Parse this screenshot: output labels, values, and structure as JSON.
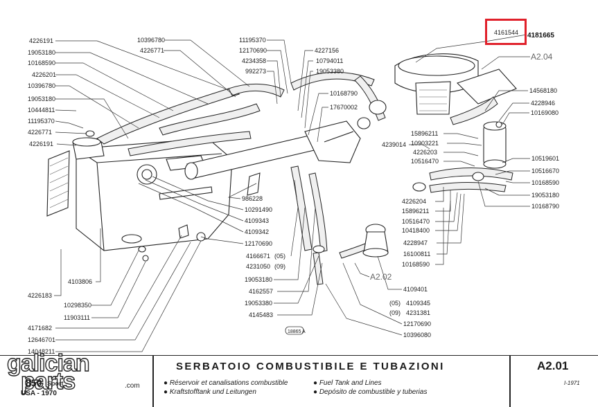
{
  "title": "SERBATOIO COMBUSTIBILE E TUBAZIONI",
  "subtitles": {
    "fr": "Réservoir et canalisations combustible",
    "de": "Kraftstofftank und Leitungen",
    "en": "Fuel Tank and Lines",
    "es": "Depósito de combustible y tuberias"
  },
  "sheet_code": "A2.01",
  "sheet_date": "I-1971",
  "model": "850",
  "model_variant": "Sport",
  "market": "USA - 1970",
  "watermark": {
    "line1": "galician",
    "line2": "parts",
    "suffix": ".com"
  },
  "highlighted_part": "4161544",
  "ref_labels": {
    "a204": "A2.04",
    "a202": "A2.02"
  },
  "drawing_code": "18865 A",
  "parts_left": [
    "4226191",
    "19053180",
    "10168590",
    "4226201",
    "10396780",
    "19053180",
    "10444811",
    "11195370",
    "4226771",
    "4226191"
  ],
  "parts_top": [
    "10396780",
    "4226771",
    "11195370",
    "12170690",
    "4234358",
    "992273",
    "4227156",
    "10794011",
    "19053380",
    "10168790",
    "17670002"
  ],
  "parts_right": [
    "4181665",
    "14568180",
    "4228946",
    "10169080",
    "15896211",
    "10903221",
    "4226203",
    "10516470",
    "4239014",
    "10519601",
    "10516670",
    "10168590",
    "19053180",
    "10168790"
  ],
  "parts_center": [
    "986228",
    "10291490",
    "4109343",
    "4109342",
    "12170690",
    "4166671",
    "4231050",
    "19053180",
    "4162557",
    "19053380",
    "4145483"
  ],
  "variant_tags": [
    "(05)",
    "(09)"
  ],
  "parts_center_right": [
    "4226204",
    "15896211",
    "10516470",
    "10418400",
    "4228947",
    "16100811",
    "10168590",
    "4109401",
    "4109345",
    "4231381",
    "12170690",
    "10396080"
  ],
  "parts_bottom_left": [
    "4103806",
    "4226183",
    "10298350",
    "11903111",
    "4171682",
    "12646701",
    "14048211"
  ]
}
